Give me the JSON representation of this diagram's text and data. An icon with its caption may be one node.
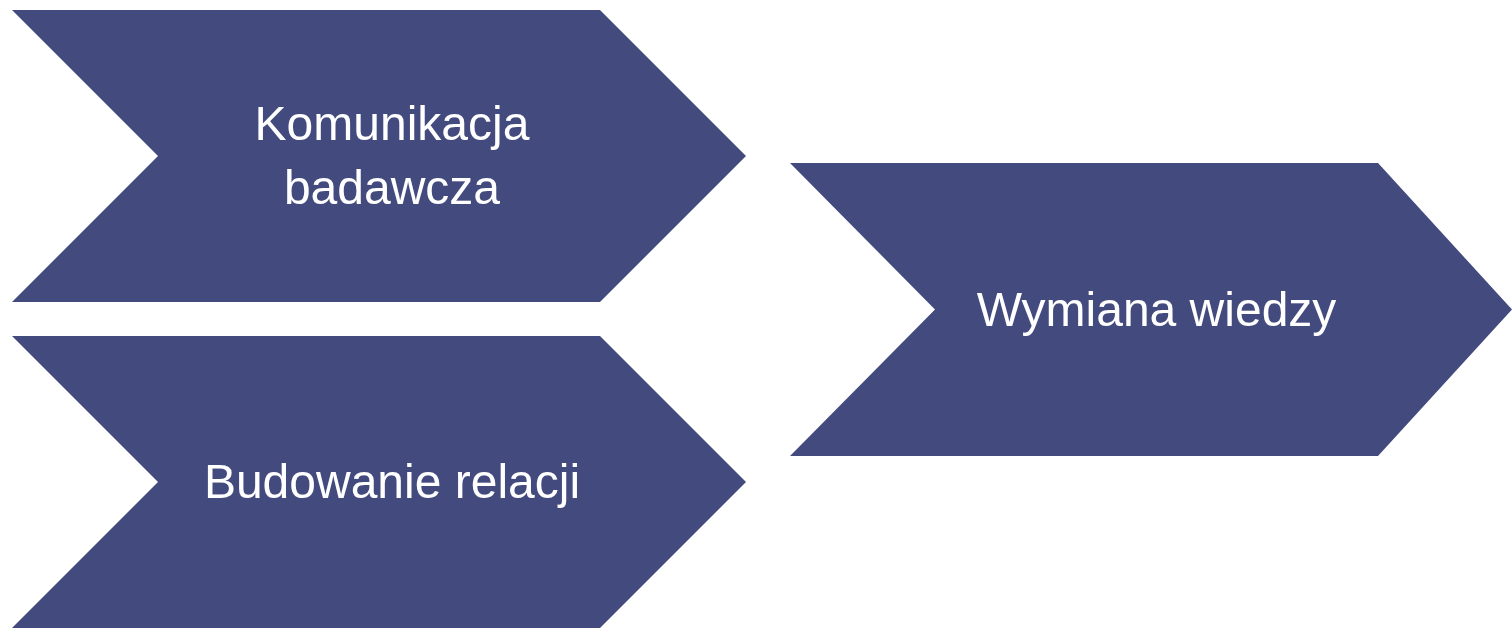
{
  "diagram": {
    "nodes": [
      {
        "text": [
          "Komunikacja badawcza"
        ]
      },
      {
        "text": [
          "Budowanie relacji"
        ]
      },
      {
        "text": [
          "Wymiana wiedzy"
        ]
      }
    ]
  }
}
